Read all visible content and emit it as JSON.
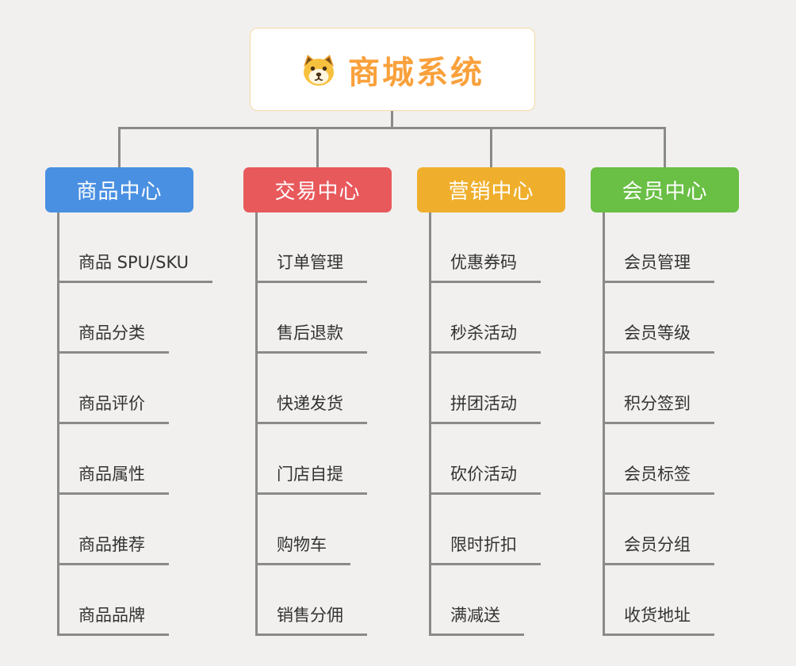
{
  "root": {
    "title": "商城系统",
    "icon": "shiba-dog-icon"
  },
  "colors": {
    "line": "#8a8a8a",
    "root_text": "#f9a13c",
    "root_border": "#f6d9a6"
  },
  "branches": [
    {
      "label": "商品中心",
      "color": "#4a90e2",
      "children": [
        "商品 SPU/SKU",
        "商品分类",
        "商品评价",
        "商品属性",
        "商品推荐",
        "商品品牌"
      ]
    },
    {
      "label": "交易中心",
      "color": "#e8595c",
      "children": [
        "订单管理",
        "售后退款",
        "快递发货",
        "门店自提",
        "购物车",
        "销售分佣"
      ]
    },
    {
      "label": "营销中心",
      "color": "#efaf2d",
      "children": [
        "优惠券码",
        "秒杀活动",
        "拼团活动",
        "砍价活动",
        "限时折扣",
        "满减送"
      ]
    },
    {
      "label": "会员中心",
      "color": "#6abf45",
      "children": [
        "会员管理",
        "会员等级",
        "积分签到",
        "会员标签",
        "会员分组",
        "收货地址"
      ]
    }
  ]
}
